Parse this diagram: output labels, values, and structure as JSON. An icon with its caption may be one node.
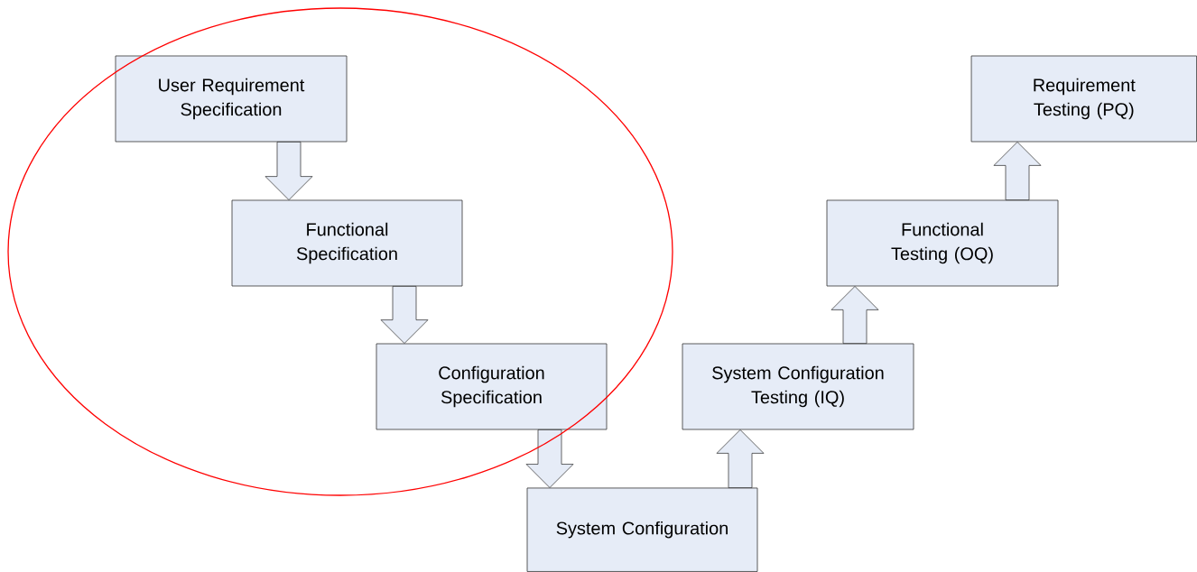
{
  "diagram": {
    "nodes": [
      {
        "text": [
          "User Requirement Specification"
        ]
      },
      {
        "text": [
          "Functional Specification"
        ]
      },
      {
        "text": [
          "Configuration Specification"
        ]
      },
      {
        "text": [
          "System Configuration"
        ]
      },
      {
        "text": [
          "System Configuration Testing (IQ)"
        ]
      },
      {
        "text": [
          "Functional Testing (OQ)"
        ]
      },
      {
        "text": [
          "Requirement Testing (PQ)"
        ]
      }
    ],
    "edges": [
      {
        "from": 0,
        "to": 1,
        "arrow": "to"
      },
      {
        "from": 1,
        "to": 2,
        "arrow": "to"
      },
      {
        "from": 2,
        "to": 3,
        "arrow": "to"
      },
      {
        "from": 3,
        "to": 4,
        "arrow": "to"
      },
      {
        "from": 4,
        "to": 5,
        "arrow": "to"
      },
      {
        "from": 5,
        "to": 6,
        "arrow": "to"
      }
    ]
  }
}
